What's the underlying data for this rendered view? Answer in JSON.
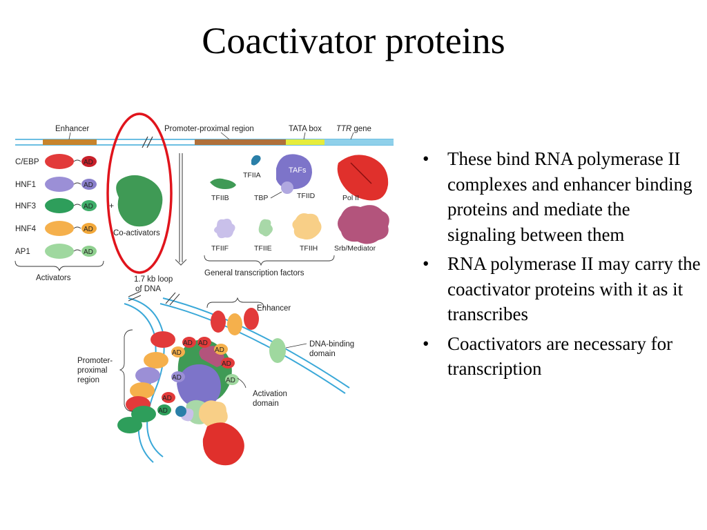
{
  "slide": {
    "title": "Coactivator proteins",
    "bullets": [
      "These bind RNA polymerase II complexes and enhancer binding proteins and mediate the signaling between them",
      "RNA polymerase II may carry the coactivator proteins with it as it transcribes",
      "Coactivators are necessary for transcription"
    ]
  },
  "figure": {
    "gene_labels": {
      "enhancer": "Enhancer",
      "promoter_proximal": "Promoter-proximal region",
      "tata_box": "TATA box",
      "gene_name": "TTR",
      "gene_suffix": "gene"
    },
    "activators": [
      {
        "name": "C/EBP",
        "color": "#e23a3a"
      },
      {
        "name": "HNF1",
        "color": "#9b8fd6"
      },
      {
        "name": "HNF3",
        "color": "#2e9e5b"
      },
      {
        "name": "HNF4",
        "color": "#f5b04c"
      },
      {
        "name": "AP1",
        "color": "#9fd89f"
      }
    ],
    "ad_label": "AD",
    "activators_label": "Activators",
    "plus_sign": "+",
    "coactivators_label": "Co-activators",
    "gtf_labels": {
      "tfiia": "TFIIA",
      "tafs": "TAFs",
      "tfiib": "TFIIB",
      "tbp": "TBP",
      "tfiid": "TFIID",
      "pol2": "Pol II",
      "tfiif": "TFIIF",
      "tfiie": "TFIIE",
      "tfiih": "TFIIH",
      "srb": "Srb/Mediator",
      "general": "General transcription factors"
    },
    "loop_label_1": "1.7 kb loop",
    "loop_label_2": "of DNA",
    "enhancer_label": "Enhancer",
    "dna_binding_1": "DNA-binding",
    "dna_binding_2": "domain",
    "promoter_1": "Promoter-",
    "promoter_2": "proximal",
    "promoter_3": "region",
    "activation_1": "Activation",
    "activation_2": "domain",
    "colors": {
      "highlight_ring": "#e0141c",
      "dna": "#3aa8d8",
      "enhancer_segment": "#c8842c",
      "promoter_segment": "#b0703a",
      "tata_segment": "#e6ec3c",
      "gene_segment": "#8fd0ea",
      "coactivator": "#3f9a55",
      "pol2": "#e0302c",
      "tafs": "#7d74c9",
      "srb": "#b3547c",
      "tfiih": "#f8cf87",
      "tfiie": "#a8d8a8",
      "tfiif": "#c9c0ea"
    }
  }
}
